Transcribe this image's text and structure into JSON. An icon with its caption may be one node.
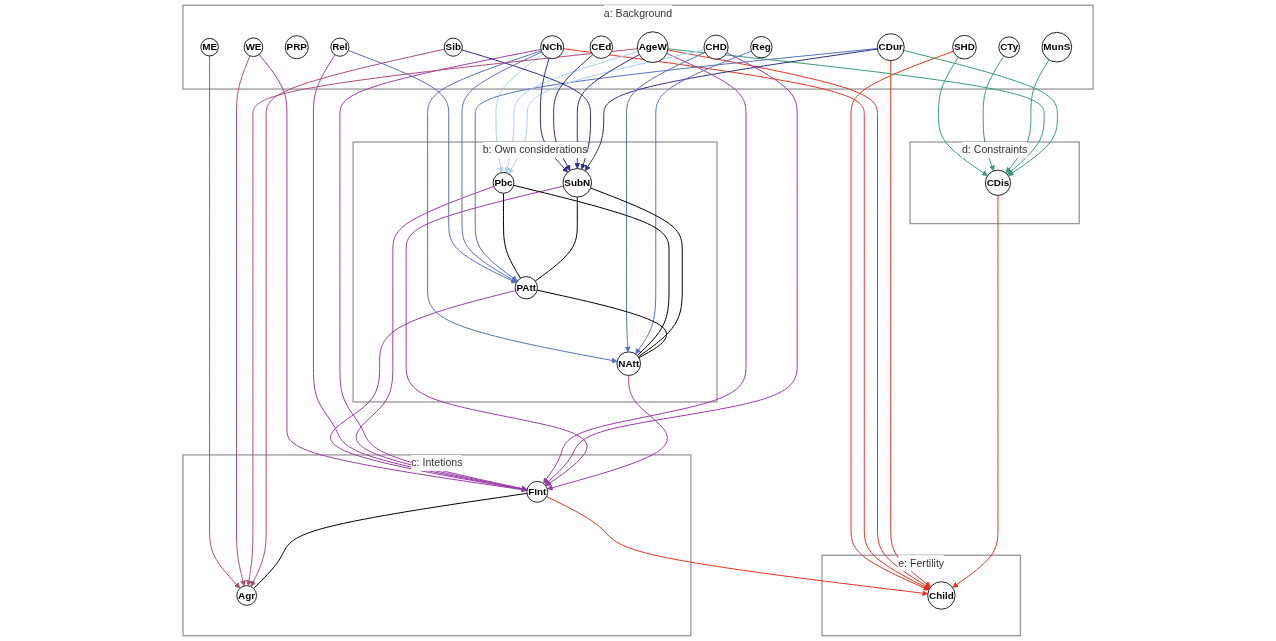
{
  "diagram": {
    "nodes": [
      {
        "text": [
          "a: Background"
        ]
      },
      {
        "text": [
          "ME"
        ],
        "in": 0
      },
      {
        "text": [
          "SHD"
        ],
        "in": 0
      },
      {
        "text": [
          "PRP"
        ],
        "in": 0
      },
      {
        "text": [
          "Rel"
        ],
        "in": 0
      },
      {
        "text": [
          "WE"
        ],
        "in": 0
      },
      {
        "text": [
          "NCh"
        ],
        "in": 0
      },
      {
        "text": [
          "CTy"
        ],
        "in": 0
      },
      {
        "text": [
          "MunS"
        ],
        "in": 0
      },
      {
        "text": [
          "AgeW"
        ],
        "in": 0
      },
      {
        "text": [
          "CEd"
        ],
        "in": 0
      },
      {
        "text": [
          "CHD"
        ],
        "in": 0
      },
      {
        "text": [
          "Sib"
        ],
        "in": 0
      },
      {
        "text": [
          "CDur"
        ],
        "in": 0
      },
      {
        "text": [
          "Reg"
        ],
        "in": 0
      },
      {
        "text": [
          "b: Own considerations"
        ]
      },
      {
        "text": [
          "PAtt"
        ],
        "in": 15
      },
      {
        "text": [
          "Pbc"
        ],
        "in": 15
      },
      {
        "text": [
          "SubN"
        ],
        "in": 15
      },
      {
        "text": [
          "NAtt"
        ],
        "in": 15
      },
      {
        "text": [
          "c: Intetions"
        ]
      },
      {
        "text": [
          "FInt"
        ],
        "in": 20
      },
      {
        "text": [
          "Agr"
        ],
        "in": 20
      },
      {
        "text": [
          "d: Constraints"
        ]
      },
      {
        "text": [
          "CDis"
        ],
        "in": 23
      },
      {
        "text": [
          "e: Fertility"
        ]
      },
      {
        "text": [
          "Child"
        ],
        "in": 25
      }
    ],
    "edges": [
      {
        "from": 2,
        "to": 26,
        "arrow": "to",
        "color": "#e8321e"
      },
      {
        "from": 6,
        "to": 26,
        "arrow": "to",
        "color": "#e8321e"
      },
      {
        "from": 9,
        "to": 26,
        "arrow": "to",
        "color": "#e8321e"
      },
      {
        "from": 13,
        "to": 26,
        "arrow": "to",
        "color": "#e8321e"
      },
      {
        "from": 21,
        "to": 26,
        "arrow": "to",
        "color": "#e8321e"
      },
      {
        "from": 24,
        "to": 26,
        "arrow": "to",
        "color": "#e8321e"
      },
      {
        "from": 2,
        "to": 24,
        "arrow": "to",
        "color": "#3a9a78"
      },
      {
        "from": 7,
        "to": 24,
        "arrow": "to",
        "color": "#3a9a78"
      },
      {
        "from": 8,
        "to": 24,
        "arrow": "to",
        "color": "#3a9a78"
      },
      {
        "from": 9,
        "to": 24,
        "arrow": "to",
        "color": "#3a9a78"
      },
      {
        "from": 13,
        "to": 24,
        "arrow": "to",
        "color": "#3a9a78"
      },
      {
        "from": 5,
        "to": 21,
        "arrow": "to",
        "color": "#9a3aa8"
      },
      {
        "from": 16,
        "to": 21,
        "arrow": "to",
        "color": "#9a3aa8"
      },
      {
        "from": 4,
        "to": 21,
        "arrow": "to",
        "color": "#9a3aa8"
      },
      {
        "from": 17,
        "to": 21,
        "arrow": "to",
        "color": "#9a3aa8"
      },
      {
        "from": 6,
        "to": 21,
        "arrow": "to",
        "color": "#9a3aa8"
      },
      {
        "from": 9,
        "to": 21,
        "arrow": "to",
        "color": "#9a3aa8"
      },
      {
        "from": 11,
        "to": 21,
        "arrow": "to",
        "color": "#9a3aa8"
      },
      {
        "from": 18,
        "to": 21,
        "arrow": "to",
        "color": "#9a3aa8"
      },
      {
        "from": 19,
        "to": 21,
        "arrow": "to",
        "color": "#9a3aa8"
      },
      {
        "from": 4,
        "to": 16,
        "arrow": "to",
        "color": "#5570c0"
      },
      {
        "from": 6,
        "to": 16,
        "arrow": "to",
        "color": "#5570c0"
      },
      {
        "from": 13,
        "to": 16,
        "arrow": "to",
        "color": "#5570c0"
      },
      {
        "from": 6,
        "to": 17,
        "arrow": "to",
        "color": "#a8d0ec"
      },
      {
        "from": 9,
        "to": 17,
        "arrow": "to",
        "color": "#a8d0ec"
      },
      {
        "from": 11,
        "to": 17,
        "arrow": "to",
        "color": "#a8d0ec"
      },
      {
        "from": 6,
        "to": 18,
        "arrow": "to",
        "color": "#2e2e8a"
      },
      {
        "from": 10,
        "to": 18,
        "arrow": "to",
        "color": "#2e2e8a"
      },
      {
        "from": 9,
        "to": 18,
        "arrow": "to",
        "color": "#2e2e8a"
      },
      {
        "from": 12,
        "to": 18,
        "arrow": "to",
        "color": "#2e2e8a"
      },
      {
        "from": 13,
        "to": 18,
        "arrow": "to",
        "color": "#2e2e8a"
      },
      {
        "from": 6,
        "to": 19,
        "arrow": "to",
        "color": "#5570c0"
      },
      {
        "from": 11,
        "to": 19,
        "arrow": "to",
        "color": "#5570c0"
      },
      {
        "from": 14,
        "to": 19,
        "arrow": "to",
        "color": "#5570c0"
      },
      {
        "from": 1,
        "to": 22,
        "arrow": "to",
        "color": "#b04a78"
      },
      {
        "from": 5,
        "to": 22,
        "arrow": "to",
        "color": "#b04a78"
      },
      {
        "from": 9,
        "to": 22,
        "arrow": "to",
        "color": "#b04a78"
      },
      {
        "from": 12,
        "to": 22,
        "arrow": "to",
        "color": "#b04a78"
      },
      {
        "from": 17,
        "to": 16,
        "arrow": "none",
        "color": "#000000"
      },
      {
        "from": 17,
        "to": 19,
        "arrow": "none",
        "color": "#000000"
      },
      {
        "from": 18,
        "to": 16,
        "arrow": "none",
        "color": "#000000"
      },
      {
        "from": 18,
        "to": 19,
        "arrow": "none",
        "color": "#000000"
      },
      {
        "from": 16,
        "to": 19,
        "arrow": "none",
        "color": "#000000"
      },
      {
        "from": 21,
        "to": 22,
        "arrow": "none",
        "color": "#000000"
      }
    ]
  }
}
